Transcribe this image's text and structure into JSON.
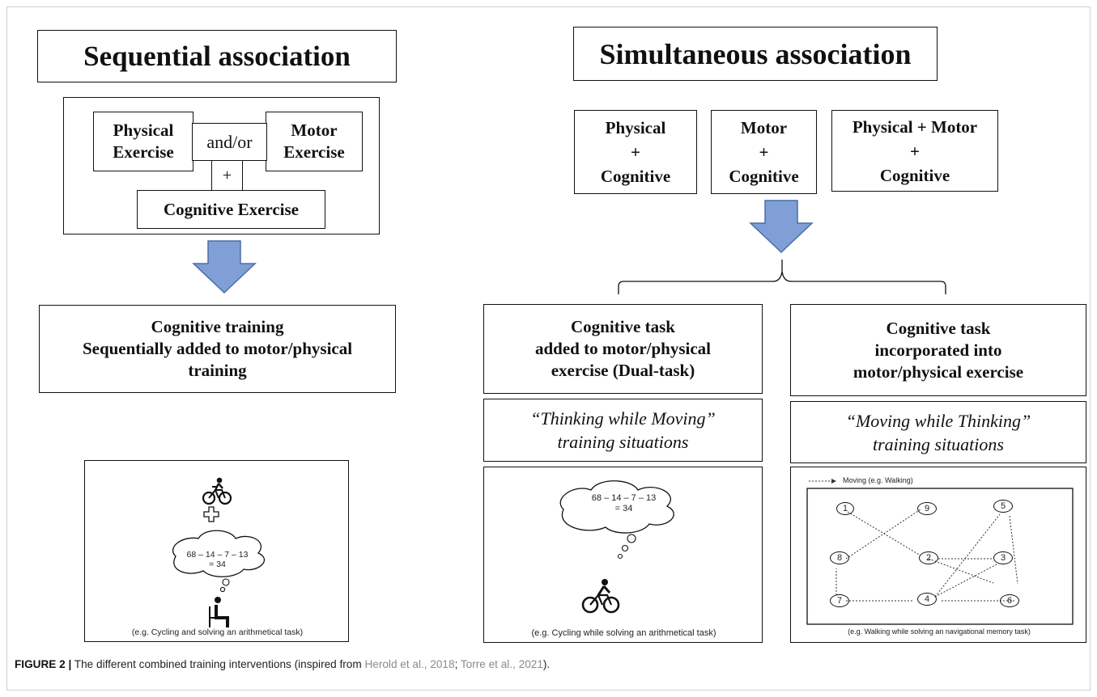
{
  "left": {
    "title": "Sequential association",
    "physical": "Physical\nExercise",
    "andor": "and/or",
    "motor": "Motor\nExercise",
    "plus": "+",
    "cognitive": "Cognitive Exercise",
    "result": "Cognitive training\nSequentially added  to motor/physical\ntraining",
    "illus_equation": "68 – 14 – 7 – 13\n= 34",
    "illus_caption": "(e.g. Cycling and solving an arithmetical task)"
  },
  "right": {
    "title": "Simultaneous association",
    "combo1": "Physical\n+\nCognitive",
    "combo2": "Motor\n+\nCognitive",
    "combo3": "Physical + Motor\n+\nCognitive",
    "dual_task": "Cognitive task\nadded to  motor/physical\nexercise (Dual-task)",
    "incorporated": "Cognitive task\nincorporated into\nmotor/physical exercise",
    "thinking_moving": "“Thinking while Moving”\ntraining situations",
    "moving_thinking": "“Moving while Thinking”\ntraining situations",
    "illus1_equation": "68 – 14 – 7 – 13\n= 34",
    "illus1_caption": "(e.g. Cycling while solving an arithmetical task)",
    "illus2_legend": "Moving (e.g. Walking)",
    "illus2_nodes": [
      "1",
      "9",
      "5",
      "8",
      "2",
      "3",
      "7",
      "4",
      "6"
    ],
    "illus2_caption": "(e.g. Walking while solving an navigational memory task)"
  },
  "caption": {
    "label": "FIGURE 2 |",
    "text_before": " The different combined training interventions (inspired from ",
    "ref1": "Herold et al., 2018",
    "sep": "; ",
    "ref2": "Torre et al., 2021",
    "text_after": ")."
  },
  "colors": {
    "arrow_fill": "#7f9fd6",
    "arrow_stroke": "#4a6ea8"
  },
  "icons": [
    "down-arrow-icon",
    "bicycle-icon",
    "plus-cross-icon",
    "thought-cloud-icon",
    "seated-person-icon"
  ]
}
